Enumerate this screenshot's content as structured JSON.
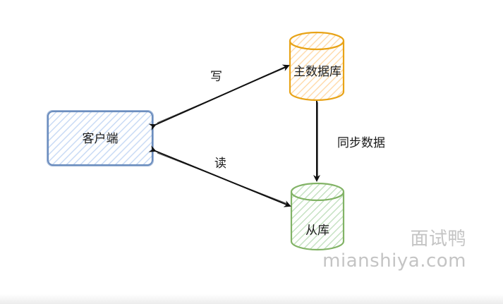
{
  "nodes": {
    "client": {
      "label": "客户端",
      "fill": "#dae8fc",
      "stroke": "#6c8ebf"
    },
    "master_db": {
      "label": "主数据库",
      "fill": "#ffe6cc",
      "stroke": "#e8a317"
    },
    "slave_db": {
      "label": "从库",
      "fill": "#d5e8d4",
      "stroke": "#82b366"
    }
  },
  "edges": {
    "write": {
      "label": "写"
    },
    "read": {
      "label": "读"
    },
    "sync": {
      "label": "同步数据"
    }
  },
  "watermark": {
    "cn": "面试鸭",
    "en": "mianshiya.com"
  }
}
